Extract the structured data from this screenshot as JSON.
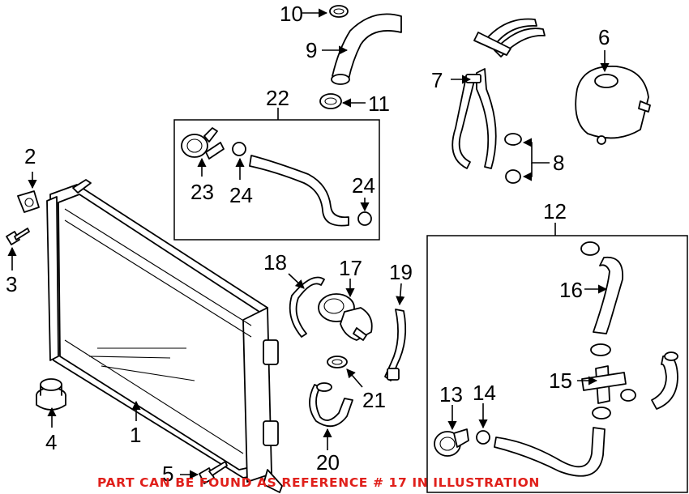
{
  "callouts": [
    {
      "id": "c1",
      "label": "1"
    },
    {
      "id": "c2",
      "label": "2"
    },
    {
      "id": "c3",
      "label": "3"
    },
    {
      "id": "c4",
      "label": "4"
    },
    {
      "id": "c5",
      "label": "5"
    },
    {
      "id": "c6",
      "label": "6"
    },
    {
      "id": "c7",
      "label": "7"
    },
    {
      "id": "c8",
      "label": "8"
    },
    {
      "id": "c9",
      "label": "9"
    },
    {
      "id": "c10",
      "label": "10"
    },
    {
      "id": "c11",
      "label": "11"
    },
    {
      "id": "c12",
      "label": "12"
    },
    {
      "id": "c13",
      "label": "13"
    },
    {
      "id": "c14",
      "label": "14"
    },
    {
      "id": "c15",
      "label": "15"
    },
    {
      "id": "c16",
      "label": "16"
    },
    {
      "id": "c17",
      "label": "17"
    },
    {
      "id": "c18",
      "label": "18"
    },
    {
      "id": "c19",
      "label": "19"
    },
    {
      "id": "c20",
      "label": "20"
    },
    {
      "id": "c21",
      "label": "21"
    },
    {
      "id": "c22",
      "label": "22"
    },
    {
      "id": "c23",
      "label": "23"
    },
    {
      "id": "c24a",
      "label": "24"
    },
    {
      "id": "c24b",
      "label": "24"
    }
  ],
  "footer_note": {
    "text": "PART CAN BE FOUND AS REFERENCE # 17 IN ILLUSTRATION",
    "color": "#e0201b"
  },
  "colors": {
    "line": "#000000",
    "background": "#ffffff"
  }
}
